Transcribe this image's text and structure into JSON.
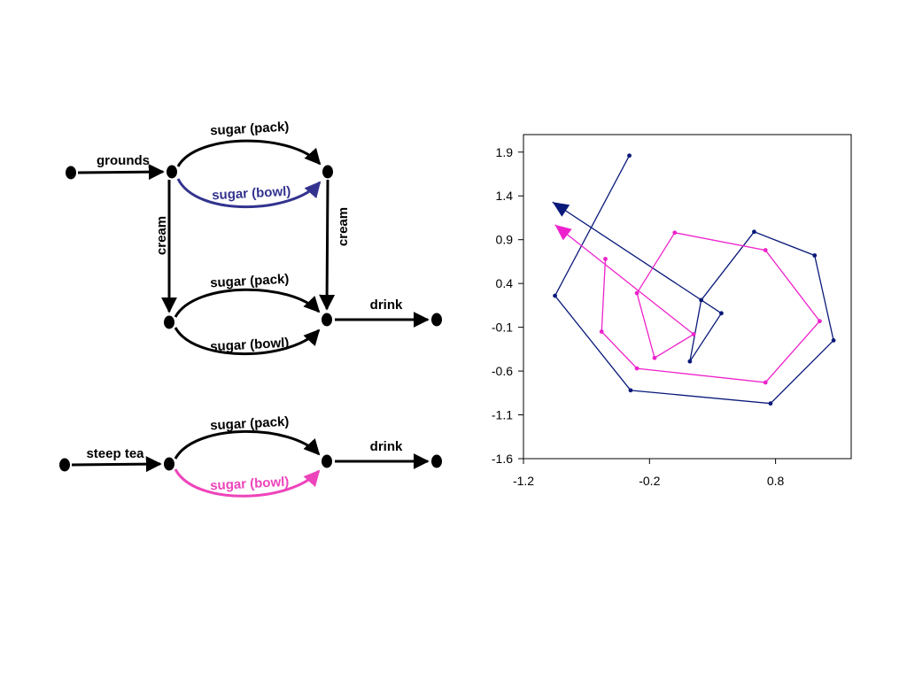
{
  "flow_diagram": {
    "labels": {
      "grounds": "grounds",
      "cream_left": "cream",
      "cream_right": "cream",
      "sugar_pack_top": "sugar (pack)",
      "sugar_bowl_top": "sugar (bowl)",
      "sugar_pack_mid": "sugar (pack)",
      "sugar_bowl_mid": "sugar (bowl)",
      "drink_mid": "drink",
      "steep_tea": "steep tea",
      "sugar_pack_bottom": "sugar (pack)",
      "sugar_bowl_bottom": "sugar (bowl)",
      "drink_bottom": "drink"
    },
    "colors": {
      "default": "#000000",
      "coffee_path": "#33338f",
      "tea_path": "#ee44bb"
    }
  },
  "chart_data": {
    "type": "scatter",
    "title": "",
    "xlabel": "",
    "ylabel": "",
    "xlim": [
      -1.2,
      1.4
    ],
    "ylim": [
      -1.6,
      2.1
    ],
    "xticks": [
      "-1.2",
      "-0.2",
      "0.8"
    ],
    "yticks": [
      "1.9",
      "1.4",
      "0.9",
      "0.4",
      "-0.1",
      "-0.6",
      "-1.1",
      "-1.6"
    ],
    "series": [
      {
        "color": "#0a1a7a",
        "points": [
          [
            -0.36,
            1.86
          ],
          [
            -0.95,
            0.26
          ],
          [
            -0.35,
            -0.82
          ],
          [
            0.76,
            -0.97
          ],
          [
            1.26,
            -0.25
          ],
          [
            1.11,
            0.72
          ],
          [
            0.63,
            0.99
          ],
          [
            0.21,
            0.21
          ],
          [
            0.12,
            -0.49
          ],
          [
            0.37,
            0.06
          ],
          [
            -0.97,
            1.33
          ]
        ]
      },
      {
        "color": "#ee22cc",
        "points": [
          [
            -0.55,
            0.68
          ],
          [
            -0.58,
            -0.15
          ],
          [
            -0.3,
            -0.57
          ],
          [
            0.72,
            -0.73
          ],
          [
            1.15,
            -0.03
          ],
          [
            0.72,
            0.78
          ],
          [
            -0.0,
            0.98
          ],
          [
            -0.3,
            0.29
          ],
          [
            -0.16,
            -0.45
          ],
          [
            0.15,
            -0.18
          ],
          [
            -0.95,
            1.07
          ]
        ]
      }
    ],
    "grid": false,
    "legend": "none"
  }
}
